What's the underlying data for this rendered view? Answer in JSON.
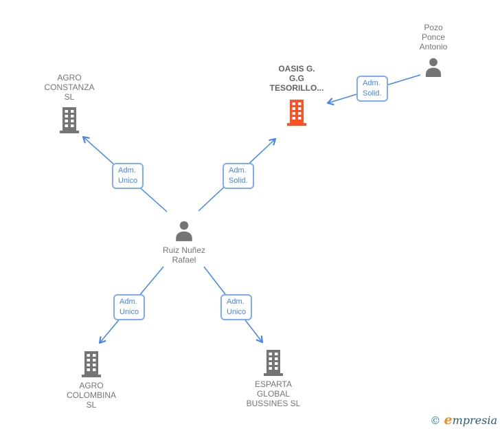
{
  "page": {
    "background": "#ffffff"
  },
  "colors": {
    "edge_blue": "#4285f4",
    "edge_label_border": "#7dabf8",
    "node_gray": "#757575",
    "highlight_text_gray": "#636363",
    "highlight_orange": "#ff5126",
    "logo_teal": "#1f7d99",
    "logo_orange": "#f28a1f",
    "logo_dark": "#2b5d70"
  },
  "graph": {
    "nodes": [
      {
        "id": "pozo-ponce-antonio",
        "type": "person",
        "icon": "person-icon",
        "label": "Pozo\nPonce\nAntonio"
      },
      {
        "id": "agro-constanza-sl",
        "type": "company",
        "icon": "building-icon",
        "label": "AGRO\nCONSTANZA\nSL"
      },
      {
        "id": "oasis-g-gg-tesorillo",
        "type": "company",
        "icon": "building-icon",
        "highlighted": true,
        "label": "OASIS G.\nG.G\nTESORILLO..."
      },
      {
        "id": "ruiz-nunez-rafael",
        "type": "person",
        "icon": "person-icon",
        "label": "Ruiz Nuñez\nRafael"
      },
      {
        "id": "agro-colombina-sl",
        "type": "company",
        "icon": "building-icon",
        "label": "AGRO\nCOLOMBINA\nSL"
      },
      {
        "id": "esparta-global-bussines-sl",
        "type": "company",
        "icon": "building-icon",
        "label": "ESPARTA\nGLOBAL\nBUSSINES SL"
      }
    ],
    "edges": [
      {
        "from": "ruiz-nunez-rafael",
        "to": "agro-constanza-sl",
        "label": "Adm.\nUnico"
      },
      {
        "from": "ruiz-nunez-rafael",
        "to": "oasis-g-gg-tesorillo",
        "label": "Adm.\nSolid."
      },
      {
        "from": "pozo-ponce-antonio",
        "to": "oasis-g-gg-tesorillo",
        "label": "Adm.\nSolid."
      },
      {
        "from": "ruiz-nunez-rafael",
        "to": "agro-colombina-sl",
        "label": "Adm.\nUnico"
      },
      {
        "from": "ruiz-nunez-rafael",
        "to": "esparta-global-bussines-sl",
        "label": "Adm.\nUnico"
      }
    ]
  },
  "footer": {
    "copyright": "©",
    "brand_first_letter": "e",
    "brand_rest": "mpresia"
  }
}
